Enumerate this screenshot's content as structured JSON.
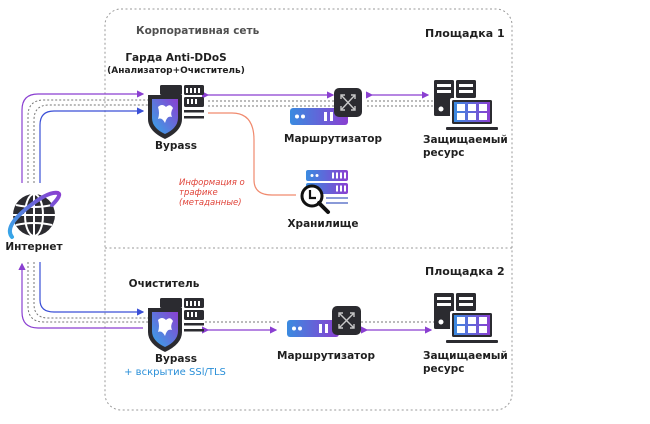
{
  "diagram": {
    "corporate_network_label": "Корпоративная сеть",
    "sites": [
      {
        "label": "Площадка 1",
        "guard": {
          "title": "Гарда Anti-DDoS",
          "subtitle": "(Анализатор+Очиститель)",
          "mode": "Bypass"
        },
        "router": {
          "label": "Маршрутизатор"
        },
        "resource": {
          "line1": "Защищаемый",
          "line2": "ресурс"
        }
      },
      {
        "label": "Площадка 2",
        "guard": {
          "title": "Очиститель",
          "mode": "Bypass",
          "extra": "+ вскрытие SSl/TLS"
        },
        "router": {
          "label": "Маршрутизатор"
        },
        "resource": {
          "line1": "Защищаемый",
          "line2": "ресурс"
        }
      }
    ],
    "internet": {
      "label": "Интернет"
    },
    "storage": {
      "label": "Хранилище"
    },
    "metadata_note": {
      "line1": "Информация о",
      "line2": "трафике",
      "line3": "(метаданные)"
    },
    "colors": {
      "purple": "#8a3fd1",
      "blue": "#3a4fd6",
      "dotted": "#8a8a8a",
      "metadata_line": "#f08a6e",
      "icon_dark": "#2b2b30",
      "gradient_start": "#35a8e8",
      "gradient_end": "#8a3fd1"
    }
  }
}
